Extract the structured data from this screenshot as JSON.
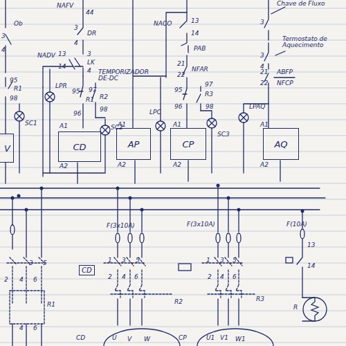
{
  "diagram": {
    "nodes": [
      {
        "text": [
          "V"
        ]
      },
      {
        "text": [
          "CD"
        ]
      },
      {
        "text": [
          "AP"
        ]
      },
      {
        "text": [
          "CP"
        ]
      },
      {
        "text": [
          "AQ"
        ]
      },
      {
        "text": [
          "CD"
        ]
      }
    ],
    "labels": [
      "Ob",
      "3",
      "4",
      "95",
      "R1",
      "98",
      "SC1",
      "NAFV",
      "44",
      "3",
      "DR",
      "4",
      "NADV",
      "13",
      "14",
      "3",
      "LK",
      "4",
      "LPR",
      "TEMPORIZADOR DE-DC",
      "97",
      "95",
      "R1",
      "R2",
      "98",
      "96",
      "SC2",
      "A1",
      "A2",
      "A1",
      "A2",
      "NACO",
      "13",
      "14",
      "PAB",
      "21",
      "22",
      "NFAR",
      "95",
      "96",
      "97",
      "R3",
      "98",
      "LPC",
      "A1",
      "A2",
      "SC3",
      "Chave de Fluxo",
      "3",
      "Termostato de Aquecimento",
      "3",
      "4",
      "21",
      "22",
      "ABFP",
      "NFCP",
      "LPAQ",
      "A1",
      "A2",
      "F(3x10A)",
      "F(3x10A)",
      "F(10A)",
      "3",
      "5",
      "2",
      "4",
      "6",
      "R1",
      "4",
      "6",
      "1",
      "3",
      "5",
      "2",
      "4",
      "6",
      "R2",
      "CD",
      "U",
      "V",
      "W",
      "1",
      "3",
      "5",
      "2",
      "4",
      "6",
      "R3",
      "CP",
      "U1",
      "V1",
      "W1",
      "13",
      "14",
      "R"
    ]
  }
}
